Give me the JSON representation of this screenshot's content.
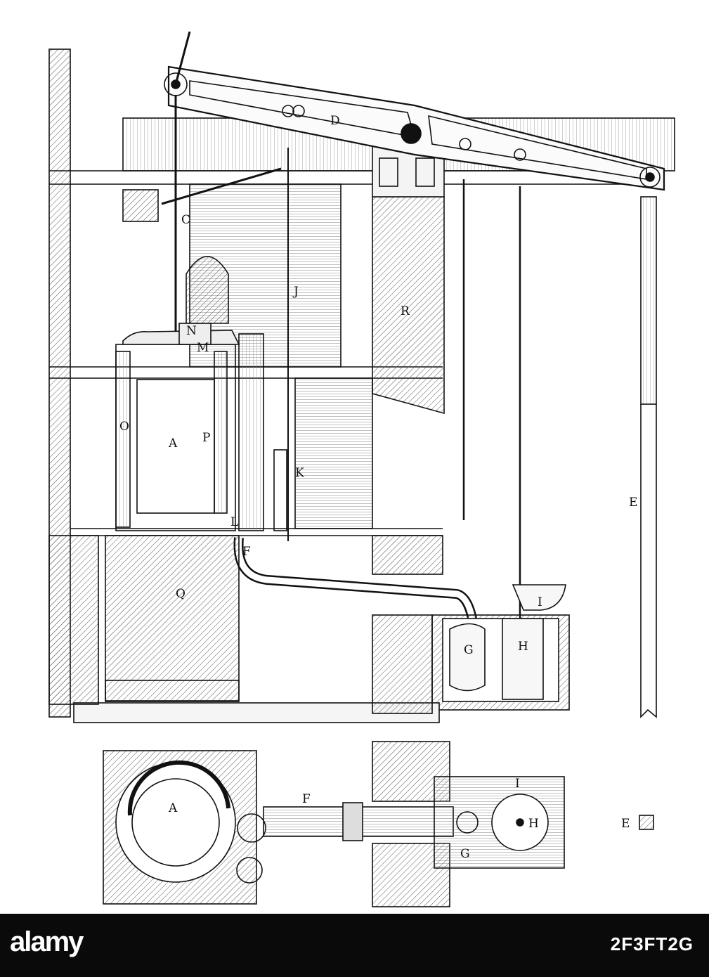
{
  "diagram": {
    "labels": {
      "A": "A",
      "C": "C",
      "D": "D",
      "E": "E",
      "F": "F",
      "G": "G",
      "H": "H",
      "I": "I",
      "J": "J",
      "K": "K",
      "L": "L",
      "M": "M",
      "N": "N",
      "O": "O",
      "P": "P",
      "Q": "Q",
      "R": "R"
    },
    "plan_labels": {
      "A": "A",
      "F": "F",
      "G": "G",
      "H": "H",
      "I": "I",
      "E": "E"
    }
  },
  "footer": {
    "brand": "alamy",
    "stock_id": "2F3FT2G"
  },
  "colors": {
    "ink": "#111111",
    "paper": "#ffffff",
    "footer_bg": "#0a0a0a"
  }
}
